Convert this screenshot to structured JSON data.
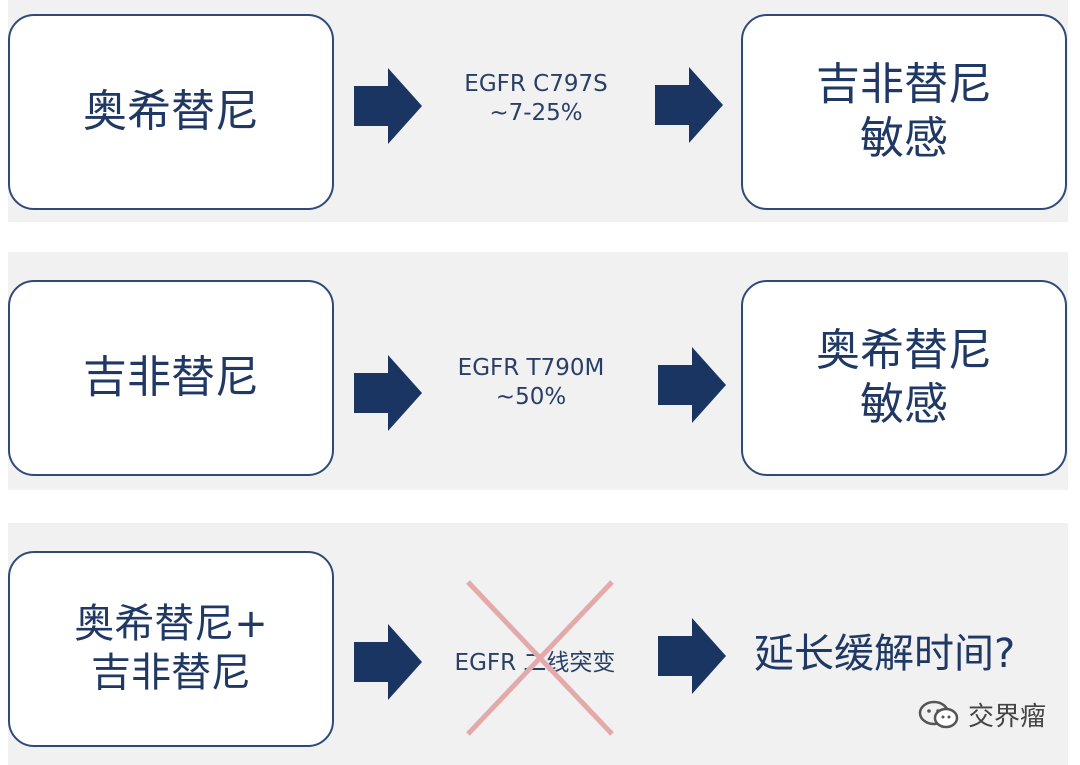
{
  "rows": [
    {
      "left": "奥希替尼",
      "mutation_name": "EGFR C797S",
      "mutation_rate": "~7-25%",
      "right": "吉非替尼\n敏感"
    },
    {
      "left": "吉非替尼",
      "mutation_name": "EGFR T790M",
      "mutation_rate": "~50%",
      "right": "奥希替尼\n敏感"
    },
    {
      "left": "奥希替尼+\n吉非替尼",
      "mutation_name": "EGFR 二线突变",
      "outcome": "延长缓解时间?"
    }
  ],
  "watermark": "交界瘤",
  "colors": {
    "navy": "#1f3864",
    "arrow": "#1b3563",
    "cross": "#e3a9ab",
    "panel": "#f1f1f1"
  },
  "icons": [
    "arrow-right-icon",
    "cross-out-icon",
    "wechat-icon"
  ]
}
